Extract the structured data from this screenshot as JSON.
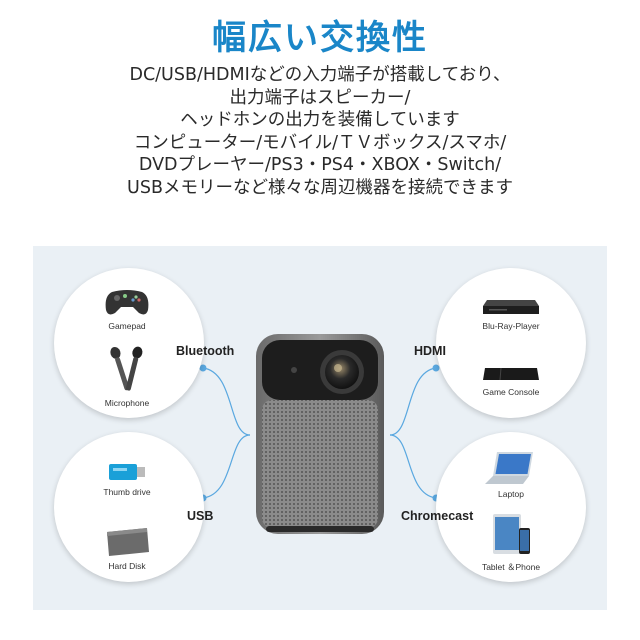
{
  "title": "幅広い交換性",
  "description": [
    "DC/USB/HDMIなどの入力端子が搭載しており、",
    "出力端子はスピーカー/",
    "ヘッドホンの出力を装備しています",
    "コンピューター/モバイル/ＴＶボックス/スマホ/",
    "DVDプレーヤー/PS3・PS4・XBOX・Switch/",
    "USBメモリーなど様々な周辺機器を接続できます"
  ],
  "connections": {
    "bluetooth": "Bluetooth",
    "usb": "USB",
    "hdmi": "HDMI",
    "chromecast": "Chromecast"
  },
  "devices": {
    "gamepad": "Gamepad",
    "microphone": "Microphone",
    "thumb_drive": "Thumb drive",
    "hard_disk": "Hard Disk",
    "bluray": "Blu-Ray-Player",
    "game_console": "Game Console",
    "laptop": "Laptop",
    "tablet": "Tablet ＆Phone"
  },
  "colors": {
    "accent": "#1a86c8",
    "panel": "#eaf0f5",
    "line": "#5aa8e0"
  }
}
